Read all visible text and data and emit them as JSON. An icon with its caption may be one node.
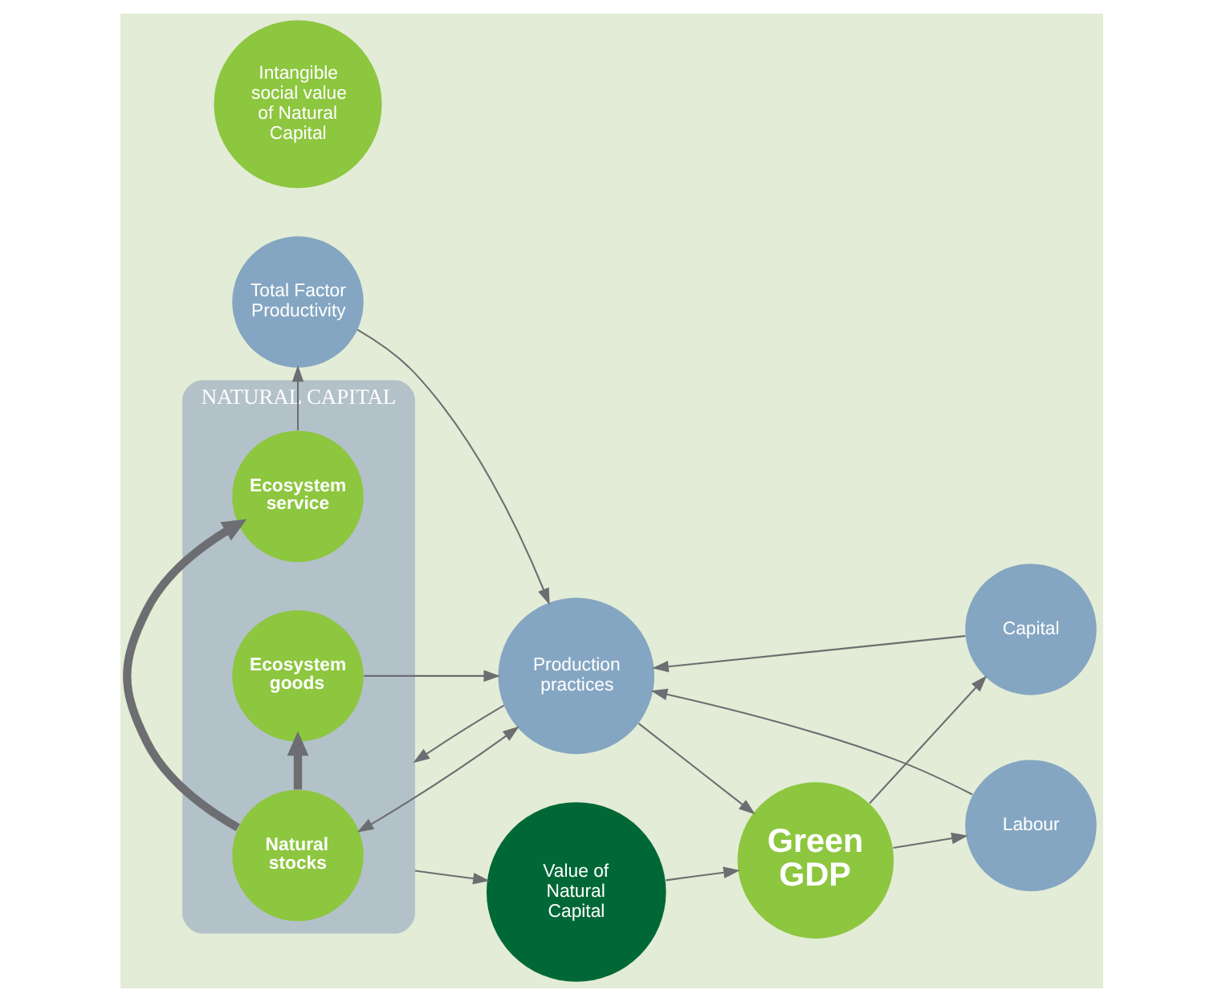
{
  "diagram": {
    "nodes": [
      {
        "text": [
          "NATURAL CAPITAL"
        ]
      },
      {
        "text": [
          "Ecosystem service"
        ],
        "in": 0
      },
      {
        "text": [
          "Natural stocks"
        ],
        "in": 0
      },
      {
        "text": [
          "Ecosystem goods"
        ],
        "in": 0
      },
      {
        "text": [
          "Labour"
        ]
      },
      {
        "text": [
          "Capital"
        ]
      },
      {
        "text": [
          "Total Factor Productivity"
        ]
      },
      {
        "text": [
          "Production practices"
        ]
      },
      {
        "text": [
          "Green GDP"
        ]
      },
      {
        "text": [
          "Value of Natural Capital"
        ]
      },
      {
        "text": [
          "Intangible social value of Natural Capital"
        ]
      }
    ],
    "edges": [
      {
        "from": 2,
        "to": 1,
        "arrow": "to",
        "style": "thick"
      },
      {
        "from": 2,
        "to": 3,
        "arrow": "to",
        "style": "thick"
      },
      {
        "from": 1,
        "to": 6,
        "arrow": "to"
      },
      {
        "from": 8,
        "to": 4,
        "arrow": "to"
      },
      {
        "from": 8,
        "to": 5,
        "arrow": "to"
      },
      {
        "from": 4,
        "to": 7,
        "arrow": "to"
      },
      {
        "from": 5,
        "to": 7,
        "arrow": "to"
      },
      {
        "from": 6,
        "to": 7,
        "arrow": "to"
      },
      {
        "from": 2,
        "to": 7,
        "arrow": "both"
      },
      {
        "from": 3,
        "to": 7,
        "arrow": "to"
      },
      {
        "from": 7,
        "to": 0,
        "arrow": "to"
      },
      {
        "from": 7,
        "to": 8,
        "arrow": "to"
      },
      {
        "from": 0,
        "to": 9,
        "arrow": "to"
      },
      {
        "from": 9,
        "to": 8,
        "arrow": "to"
      }
    ]
  }
}
